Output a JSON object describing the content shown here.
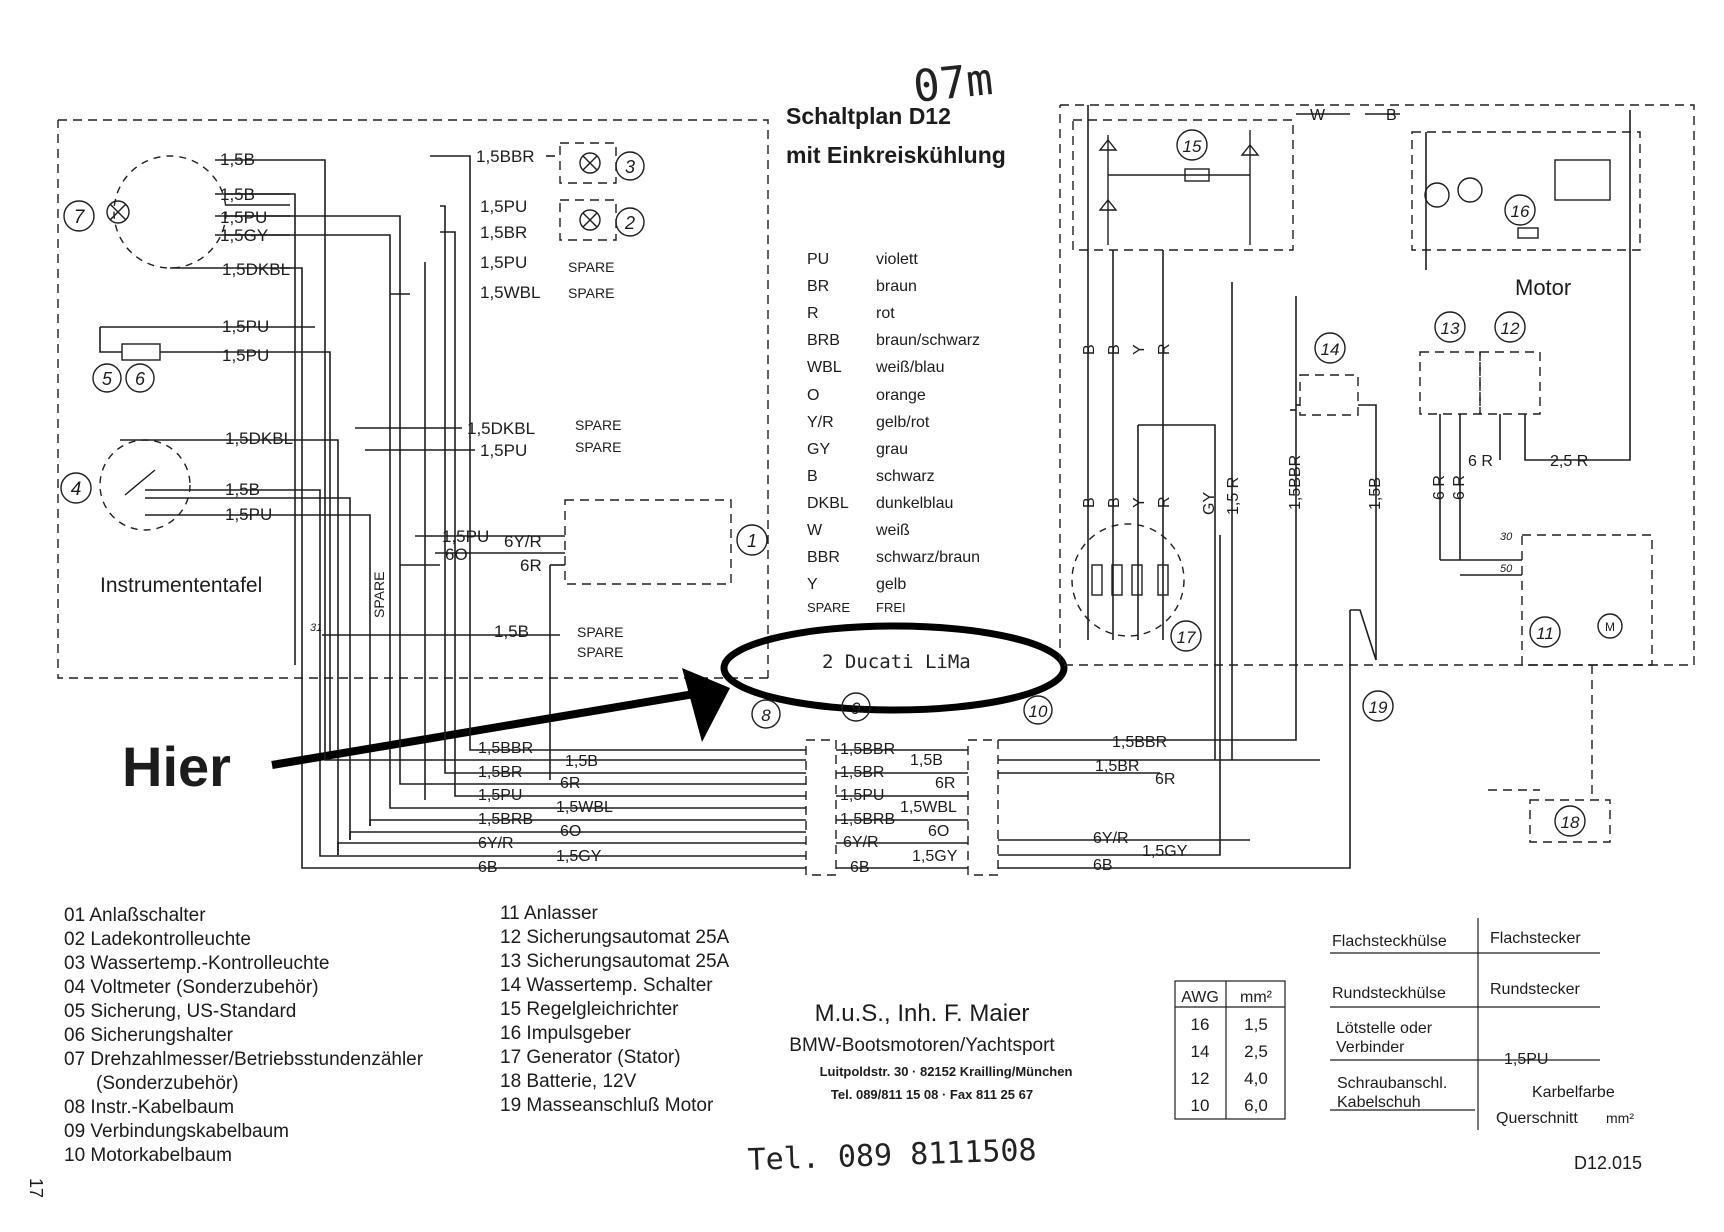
{
  "title": {
    "line1": "Schaltplan D12",
    "line2": "mit Einkreiskühlung",
    "handwritten_mark": "07m"
  },
  "panel_label": "Instrumententafel",
  "motor_label": "Motor",
  "color_legend": [
    {
      "code": "PU",
      "name": "violett"
    },
    {
      "code": "BR",
      "name": "braun"
    },
    {
      "code": "R",
      "name": "rot"
    },
    {
      "code": "BRB",
      "name": "braun/schwarz"
    },
    {
      "code": "WBL",
      "name": "weiß/blau"
    },
    {
      "code": "O",
      "name": "orange"
    },
    {
      "code": "Y/R",
      "name": "gelb/rot"
    },
    {
      "code": "GY",
      "name": "grau"
    },
    {
      "code": "B",
      "name": "schwarz"
    },
    {
      "code": "DKBL",
      "name": "dunkelblau"
    },
    {
      "code": "W",
      "name": "weiß"
    },
    {
      "code": "BBR",
      "name": "schwarz/braun"
    },
    {
      "code": "Y",
      "name": "gelb"
    },
    {
      "code": "SPARE",
      "name": "FREI"
    }
  ],
  "annotation": {
    "circled_text": "2 Ducati LiMa",
    "arrow_label": "Hier"
  },
  "component_numbers": {
    "c1": "1",
    "c2": "2",
    "c3": "3",
    "c4": "4",
    "c5": "5",
    "c6": "6",
    "c7": "7",
    "c8": "8",
    "c9": "9",
    "c10": "10",
    "c11": "11",
    "c12": "12",
    "c13": "13",
    "c14": "14",
    "c15": "15",
    "c16": "16",
    "c17": "17",
    "c18": "18",
    "c19": "19"
  },
  "wire_labels": {
    "tacho_b1": "1,5B",
    "tacho_b2": "1,5B",
    "tacho_pu": "1,5PU",
    "tacho_gy": "1,5GY",
    "tacho_dkbl": "1,5DKBL",
    "fuse_pu1": "1,5PU",
    "fuse_pu2": "1,5PU",
    "volt_dkbl": "1,5DKBL",
    "volt_b": "1,5B",
    "volt_pu": "1,5PU",
    "lamp3_bbr": "1,5BBR",
    "lamp2_pu": "1,5PU",
    "lamp2_br": "1,5BR",
    "spare_pu": "1,5PU",
    "spare_wbl": "1,5WBL",
    "spare_dkbl": "1,5DKBL",
    "spare_pu2": "1,5PU",
    "spare_word": "SPARE",
    "sw_pu": "1,5PU",
    "sw_6o": "6O",
    "sw_6yr": "6Y/R",
    "sw_6r": "6R",
    "gnd_31": "31",
    "gnd_b": "1,5B",
    "h_bbr": "1,5BBR",
    "h_b": "1,5B",
    "h_br": "1,5BR",
    "h_6r": "6R",
    "h_pu": "1,5PU",
    "h_wbl": "1,5WBL",
    "h_brb": "1,5BRB",
    "h_6o": "6O",
    "h_6yr": "6Y/R",
    "h_gy": "1,5GY",
    "h_6b": "6B",
    "c_bbr": "1,5BBR",
    "c_b": "1,5B",
    "c_br": "1,5BR",
    "c_6r": "6R",
    "c_pu": "1,5PU",
    "c_wbl": "1,5WBL",
    "c_brb": "1,5BRB",
    "c_6o": "6O",
    "c_6yr": "6Y/R",
    "c_gy": "1,5GY",
    "c_6b": "6B",
    "r_bbr": "1,5BBR",
    "r_br": "1,5BR",
    "r_6r": "6R",
    "r_6yr": "6Y/R",
    "r_gy": "1,5GY",
    "r_6b": "6B",
    "v_b1": "B",
    "v_b2": "B",
    "v_y": "Y",
    "v_r": "R",
    "v_gy": "GY",
    "v_15r": "1,5 R",
    "v_15bbr": "1,5BBR",
    "v_15b": "1,5B",
    "v_6r1": "6 R",
    "v_6r2": "6 R",
    "m_6r": "6 R",
    "m_25r": "2,5 R",
    "top_w": "W",
    "top_b": "B",
    "t30": "30",
    "t50": "50"
  },
  "components": [
    "01 Anlaßschalter",
    "02 Ladekontrolleuchte",
    "03 Wassertemp.-Kontrolleuchte",
    "04 Voltmeter (Sonderzubehör)",
    "05 Sicherung, US-Standard",
    "06 Sicherungshalter",
    "07 Drehzahlmesser/Betriebsstundenzähler",
    "(Sonderzubehör)",
    "08 Instr.-Kabelbaum",
    "09 Verbindungskabelbaum",
    "10 Motorkabelbaum",
    "11 Anlasser",
    "12 Sicherungsautomat 25A",
    "13 Sicherungsautomat 25A",
    "14 Wassertemp. Schalter",
    "15 Regelgleichrichter",
    "16 Impulsgeber",
    "17 Generator (Stator)",
    "18 Batterie, 12V",
    "19 Masseanschluß Motor"
  ],
  "company": {
    "name": "M.u.S., Inh. F. Maier",
    "tagline": "BMW-Bootsmotoren/Yachtsport",
    "address": "Luitpoldstr. 30 · 82152 Krailling/München",
    "contact": "Tel. 089/811 15 08 · Fax 811 25 67",
    "handwritten_phone": "Tel. 089 8111508"
  },
  "awg_table": {
    "headers": [
      "AWG",
      "mm²"
    ],
    "rows": [
      [
        "16",
        "1,5"
      ],
      [
        "14",
        "2,5"
      ],
      [
        "12",
        "4,0"
      ],
      [
        "10",
        "6,0"
      ]
    ]
  },
  "symbol_legend": {
    "flachsteckhuelse": "Flachsteckhülse",
    "flachstecker": "Flachstecker",
    "rundsteckhuelse": "Rundsteckhülse",
    "rundstecker": "Rundstecker",
    "loetstelle": "Lötstelle oder",
    "verbinder": "Verbinder",
    "wire_example": "1,5PU",
    "schraub": "Schraubanschl.",
    "kabelschuh": "Kabelschuh",
    "kabelfarbe": "Karbelfarbe",
    "querschnitt": "Querschnitt",
    "mm2": "mm²"
  },
  "doc_code": "D12.015",
  "page_number": "17"
}
